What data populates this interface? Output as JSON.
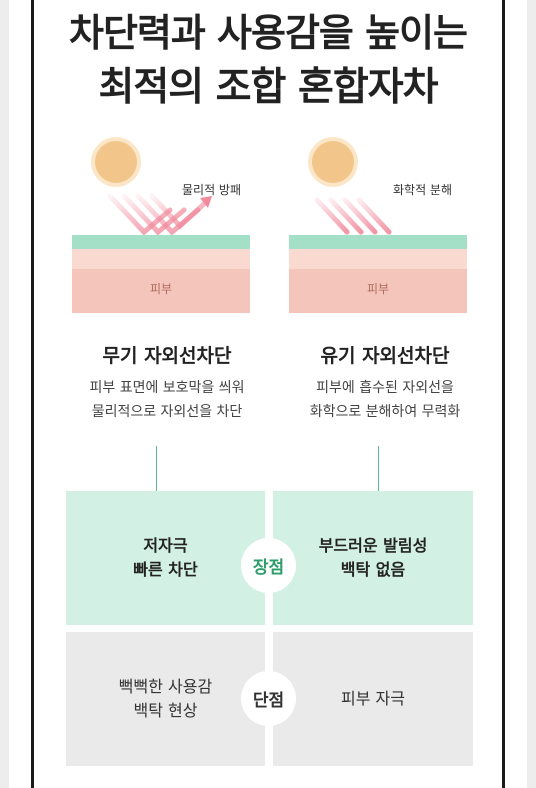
{
  "title": {
    "line1": "차단력과 사용감을 높이는",
    "line2": "최적의 조합 혼합자차"
  },
  "inorganic": {
    "ray_label": "물리적 방패",
    "skin_label": "피부",
    "name": "무기 자외선차단",
    "desc_line1": "피부 표면에 보호막을 씌워",
    "desc_line2": "물리적으로 자외선을 차단"
  },
  "organic": {
    "ray_label": "화학적 분해",
    "skin_label": "피부",
    "name": "유기 자외선차단",
    "desc_line1": "피부에 흡수된 자외선을",
    "desc_line2": "화학으로 분해하여 무력화"
  },
  "pros": {
    "badge": "장점",
    "left_line1": "저자극",
    "left_line2": "빠른 차단",
    "right_line1": "부드러운 발림성",
    "right_line2": "백탁 없음"
  },
  "cons": {
    "badge": "단점",
    "left_line1": "뻑뻑한 사용감",
    "left_line2": "백탁 현상",
    "right_line1": "피부 자극"
  },
  "colors": {
    "accent_green": "#2d9d6c",
    "pro_bg": "#d2f0e3",
    "con_bg": "#eaeaea",
    "ray_pink": "#f08a9c",
    "protect_layer": "#a3e0c7",
    "skin": "#f4c5ba",
    "sun": "#f2c58a"
  }
}
